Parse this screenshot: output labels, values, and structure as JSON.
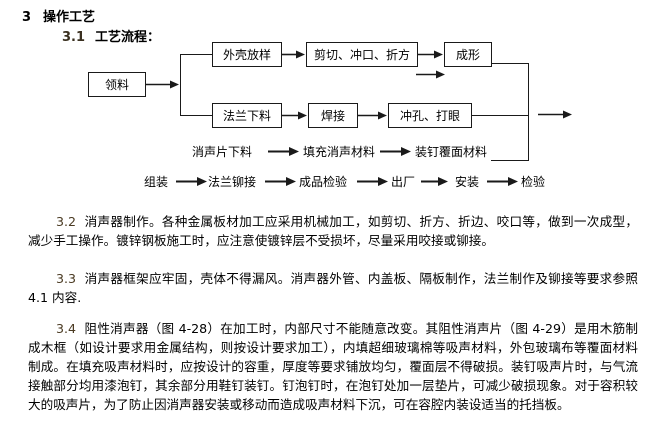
{
  "document": {
    "section_heading": {
      "number": "3",
      "text": "操作工艺"
    },
    "subsection_heading": {
      "number": "3.1",
      "text": "工艺流程："
    }
  },
  "flowchart": {
    "boxes": {
      "lingliao": "领料",
      "waike_fangyang": "外壳放样",
      "jianqie_chongkou_zhefang": "剪切、冲口、折方",
      "chengxing": "成形",
      "falan_xialiao": "法兰下料",
      "hanjie": "焊接",
      "chongkong_dayan": "冲孔、打眼"
    },
    "row2": {
      "xiaoshengpian_xialiao": "消声片下料",
      "tianchong_xiaosheng_cailiao": "填充消声材料",
      "zhuangding_fumian_cailiao": "装钉覆面材料"
    },
    "row3": {
      "zuzhuang": "组装",
      "falan_mujie": "法兰铆接",
      "chengpin_jianyan": "成品检验",
      "chuchang": "出厂",
      "anzhuang": "安装",
      "jianyan": "检验"
    }
  },
  "paragraphs": [
    {
      "number": "3.2",
      "text": "消声器制作。各种金属板材加工应采用机械加工，如剪切、折方、折边、咬口等，做到一次成型，减少手工操作。镀锌钢板施工时，应注意使镀锌层不受损坏，尽量采用咬接或铆接。"
    },
    {
      "number": "3.3",
      "text": "消声器框架应牢固，壳体不得漏风。消声器外管、内盖板、隔板制作，法兰制作及铆接等要求参照 4.1 内容."
    },
    {
      "number": "3.4",
      "text": "阻性消声器（图 4-28）在加工时，内部尺寸不能随意改变。其阻性消声片（图 4-29）是用木筋制成木框（如设计要求用金属结构，则按设计要求加工），内填超细玻璃棉等吸声材料，外包玻璃布等覆面材料制成。在填充吸声材料时，应按设计的容重，厚度等要求铺放均匀，覆面层不得破损。装钉吸声片时，与气流接触部分均用漆泡钉，其余部分用鞋钉装钉。钉泡钉时，在泡钉处加一层垫片，可减少破损现象。对于容积较大的吸声片，为了防止因消声器安装或移动而造成吸声材料下沉，可在容腔内装设适当的托挡板。"
    }
  ],
  "colors": {
    "ink": "#000000",
    "number_tint": "#4a3a22",
    "line": "#1a1a1a"
  }
}
